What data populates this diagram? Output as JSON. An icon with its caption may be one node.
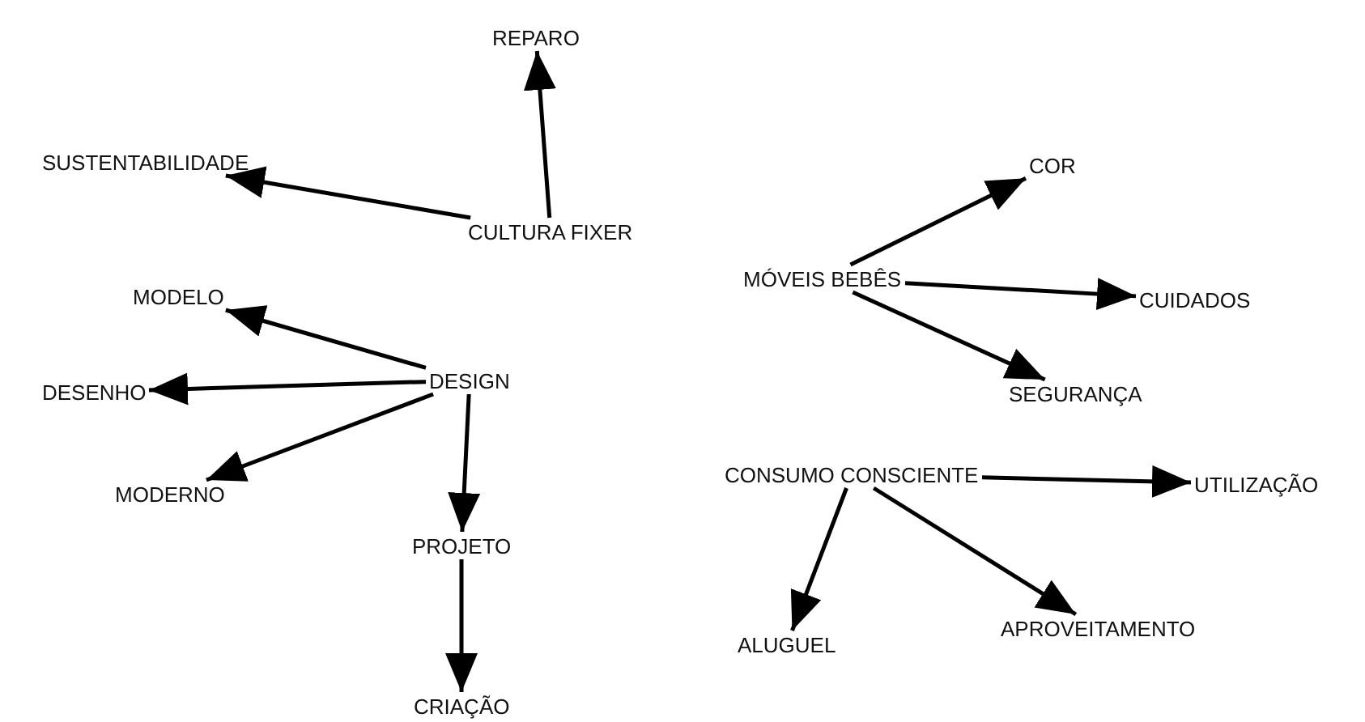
{
  "diagram": {
    "nodes": [
      {
        "text": [
          "CULTURA FIXER"
        ]
      },
      {
        "text": [
          "REPARO"
        ]
      },
      {
        "text": [
          "SUSTENTABILIDADE"
        ]
      },
      {
        "text": [
          "DESIGN"
        ]
      },
      {
        "text": [
          "MODELO"
        ]
      },
      {
        "text": [
          "DESENHO"
        ]
      },
      {
        "text": [
          "MODERNO"
        ]
      },
      {
        "text": [
          "PROJETO"
        ]
      },
      {
        "text": [
          "CRIAÇÃO"
        ]
      },
      {
        "text": [
          "MÓVEIS BEBÊS"
        ]
      },
      {
        "text": [
          "COR"
        ]
      },
      {
        "text": [
          "CUIDADOS"
        ]
      },
      {
        "text": [
          "SEGURANÇA"
        ]
      },
      {
        "text": [
          "CONSUMO CONSCIENTE"
        ]
      },
      {
        "text": [
          "UTILIZAÇÃO"
        ]
      },
      {
        "text": [
          "ALUGUEL"
        ]
      },
      {
        "text": [
          "APROVEITAMENTO"
        ]
      }
    ],
    "edges": [
      {
        "from": 0,
        "to": 1,
        "arrow": "to"
      },
      {
        "from": 0,
        "to": 2,
        "arrow": "to"
      },
      {
        "from": 3,
        "to": 4,
        "arrow": "to"
      },
      {
        "from": 3,
        "to": 5,
        "arrow": "to"
      },
      {
        "from": 3,
        "to": 6,
        "arrow": "to"
      },
      {
        "from": 3,
        "to": 7,
        "arrow": "to"
      },
      {
        "from": 7,
        "to": 8,
        "arrow": "to"
      },
      {
        "from": 9,
        "to": 10,
        "arrow": "to"
      },
      {
        "from": 9,
        "to": 11,
        "arrow": "to"
      },
      {
        "from": 9,
        "to": 12,
        "arrow": "to"
      },
      {
        "from": 13,
        "to": 14,
        "arrow": "to"
      },
      {
        "from": 13,
        "to": 15,
        "arrow": "to"
      },
      {
        "from": 13,
        "to": 16,
        "arrow": "to"
      }
    ]
  }
}
